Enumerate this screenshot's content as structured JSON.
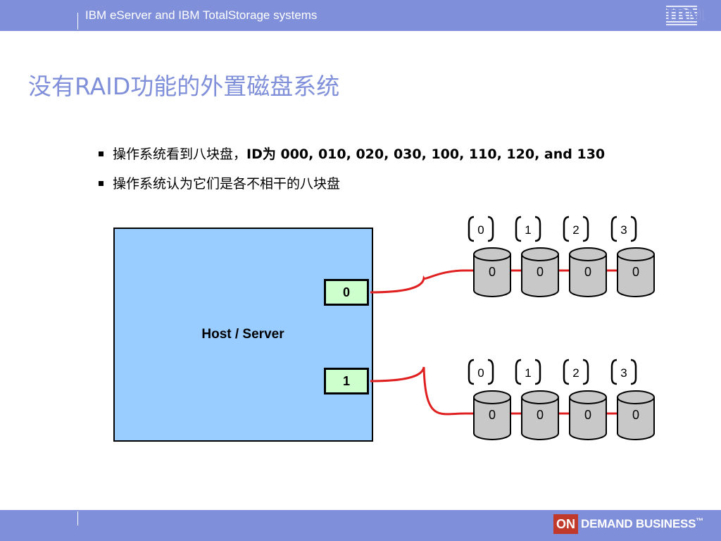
{
  "header": {
    "title": "IBM eServer and IBM TotalStorage systems",
    "logo": "IBM",
    "bar_color": "#7f8fd9"
  },
  "slide": {
    "title": "没有RAID功能的外置磁盘系统",
    "bullets": [
      {
        "prefix": "操作系统看到八块盘，",
        "text": "ID为 000, 010, 020, 030, 100, 110, 120, and 130"
      },
      {
        "prefix": "",
        "text": "操作系统认为它们是各不相干的八块盘"
      }
    ]
  },
  "diagram": {
    "host_label": "Host / Server",
    "host_color": "#99ccff",
    "port_color": "#ccffcc",
    "cable_color": "#e02020",
    "disk_color": "#c8c8c8",
    "ports": [
      "0",
      "1"
    ],
    "disk_groups": [
      {
        "channel": "0",
        "bracket_labels": [
          "0",
          "1",
          "2",
          "3"
        ],
        "disk_labels": [
          "0",
          "0",
          "0",
          "0"
        ]
      },
      {
        "channel": "1",
        "bracket_labels": [
          "0",
          "1",
          "2",
          "3"
        ],
        "disk_labels": [
          "0",
          "0",
          "0",
          "0"
        ]
      }
    ]
  },
  "footer": {
    "on_label": "ON",
    "text": "DEMAND BUSINESS",
    "trademark": "™"
  }
}
